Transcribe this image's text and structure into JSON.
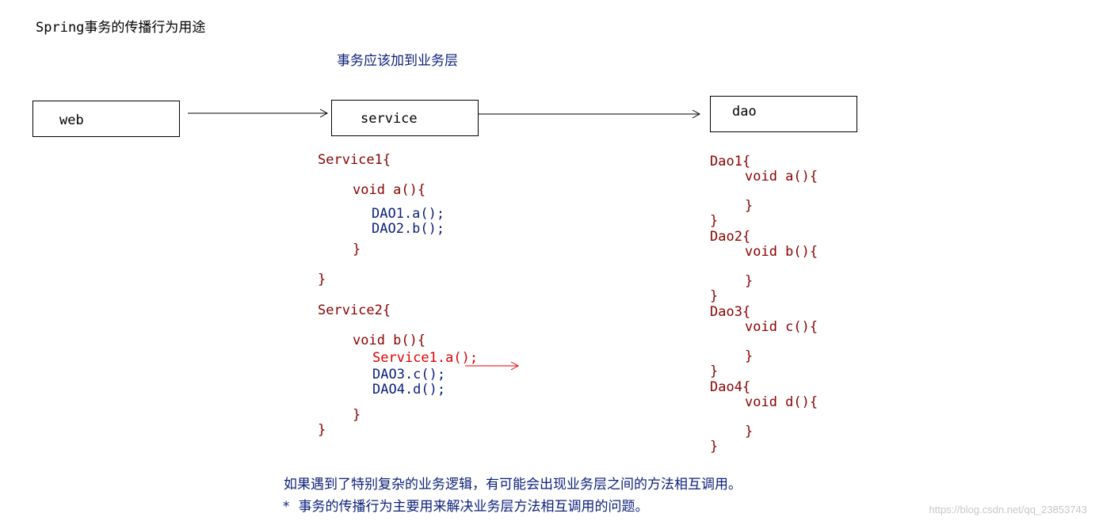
{
  "title": "Spring事务的传播行为用途",
  "subtitle": "事务应该加到业务层",
  "boxes": {
    "web": "web",
    "service": "service",
    "dao": "dao"
  },
  "service_code": {
    "s1_open": "Service1{",
    "s1_method": "void a(){",
    "s1_call1": "DAO1.a();",
    "s1_call2": "DAO2.b();",
    "s1_method_close": "}",
    "s1_close": "}",
    "s2_open": "Service2{",
    "s2_method": "void b(){",
    "s2_call1": "Service1.a();",
    "s2_call2": "DAO3.c();",
    "s2_call3": "DAO4.d();",
    "s2_method_close": "}",
    "s2_close": "}"
  },
  "dao_code": {
    "d1_open": "Dao1{",
    "d1_method": "void a(){",
    "d1_method_close": "}",
    "d1_close": "}",
    "d2_open": "Dao2{",
    "d2_method": "void b(){",
    "d2_method_close": "}",
    "d2_close": "}",
    "d3_open": "Dao3{",
    "d3_method": "void c(){",
    "d3_method_close": "}",
    "d3_close": "}",
    "d4_open": "Dao4{",
    "d4_method": "void d(){",
    "d4_method_close": "}",
    "d4_close": "}"
  },
  "notes": {
    "line1": "如果遇到了特别复杂的业务逻辑，有可能会出现业务层之间的方法相互调用。",
    "line2": "* 事务的传播行为主要用来解决业务层方法相互调用的问题。"
  },
  "watermark": "https://blog.csdn.net/qq_23853743",
  "colors": {
    "keyword": "#8b0000",
    "call": "#0b1f7a",
    "highlight": "#e00000"
  }
}
